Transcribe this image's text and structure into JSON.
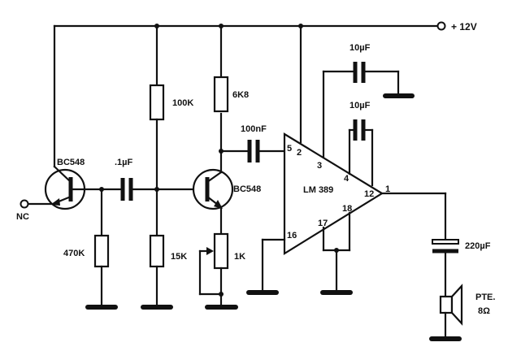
{
  "supply": {
    "label": "+ 12V"
  },
  "input": {
    "label": "NC"
  },
  "transistors": {
    "q1": "BC548",
    "q2": "BC548"
  },
  "capacitors": {
    "c_coupling": ".1µF",
    "c_100n": "100nF",
    "c_top": "10µF",
    "c_mid": "10µF",
    "c_out": "220µF"
  },
  "resistors": {
    "r1": "470K",
    "r2": "100K",
    "r3": "15K",
    "r4": "6K8",
    "pot": "1K"
  },
  "ic": {
    "name": "LM 389",
    "pins": {
      "p1": "1",
      "p2": "2",
      "p3": "3",
      "p4": "4",
      "p5": "5",
      "p12": "12",
      "p16": "16",
      "p17": "17",
      "p18": "18"
    }
  },
  "speaker": {
    "label": "PTE.",
    "impedance": "8Ω"
  }
}
